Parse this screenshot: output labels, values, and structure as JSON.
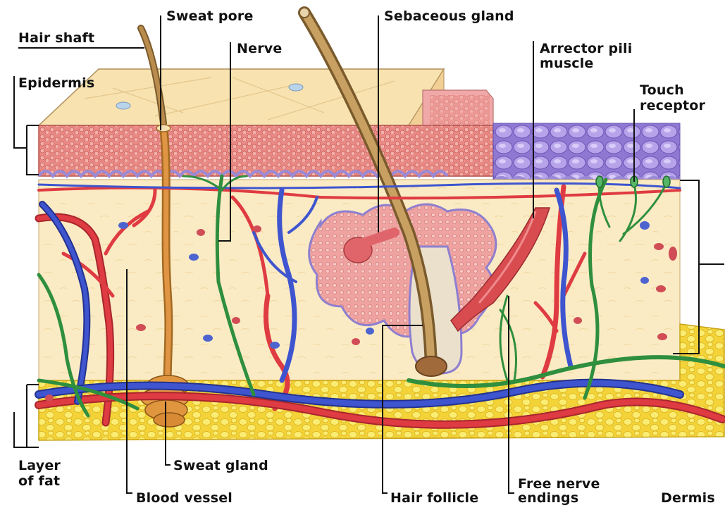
{
  "labels": {
    "hair_shaft": "Hair shaft",
    "sweat_pore": "Sweat pore",
    "nerve": "Nerve",
    "sebaceous_gland": "Sebaceous gland",
    "arrector_line1": "Arrector pili",
    "arrector_line2": "muscle",
    "epidermis": "Epidermis",
    "touch_line1": "Touch",
    "touch_line2": "receptor",
    "fat_line1": "Layer",
    "fat_line2": "of fat",
    "sweat_gland": "Sweat gland",
    "blood_vessel": "Blood vessel",
    "hair_follicle": "Hair follicle",
    "free_line1": "Free nerve",
    "free_line2": "endings",
    "dermis": "Dermis"
  },
  "colors": {
    "epidermis_surface": "#f6e3b4",
    "epidermis_layer": "#e88a86",
    "dermis": "#fbebc4",
    "fat": "#f4df49",
    "artery": "#d8323a",
    "vein": "#3a4fc8",
    "nerve": "#2f8f3e",
    "hair": "#b58a4a",
    "gland": "#e89c9c",
    "touch_bumps": "#9b86d8"
  }
}
